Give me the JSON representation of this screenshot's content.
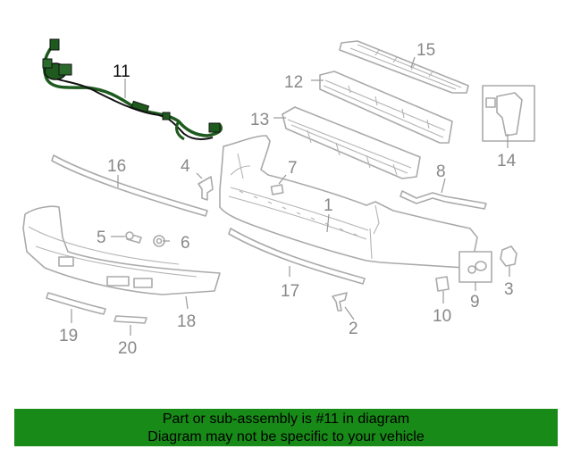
{
  "diagram": {
    "callouts": [
      "1",
      "2",
      "3",
      "4",
      "5",
      "6",
      "7",
      "8",
      "9",
      "10",
      "11",
      "12",
      "13",
      "14",
      "15",
      "16",
      "17",
      "18",
      "19",
      "20"
    ],
    "highlighted_callout": "11",
    "highlight_color": "#1e5a1e",
    "part_line_color": "#aaaaaa"
  },
  "banner": {
    "line1": "Part or sub-assembly is #11 in diagram",
    "line2": "Diagram may not be specific to your vehicle",
    "background": "#188a18"
  }
}
